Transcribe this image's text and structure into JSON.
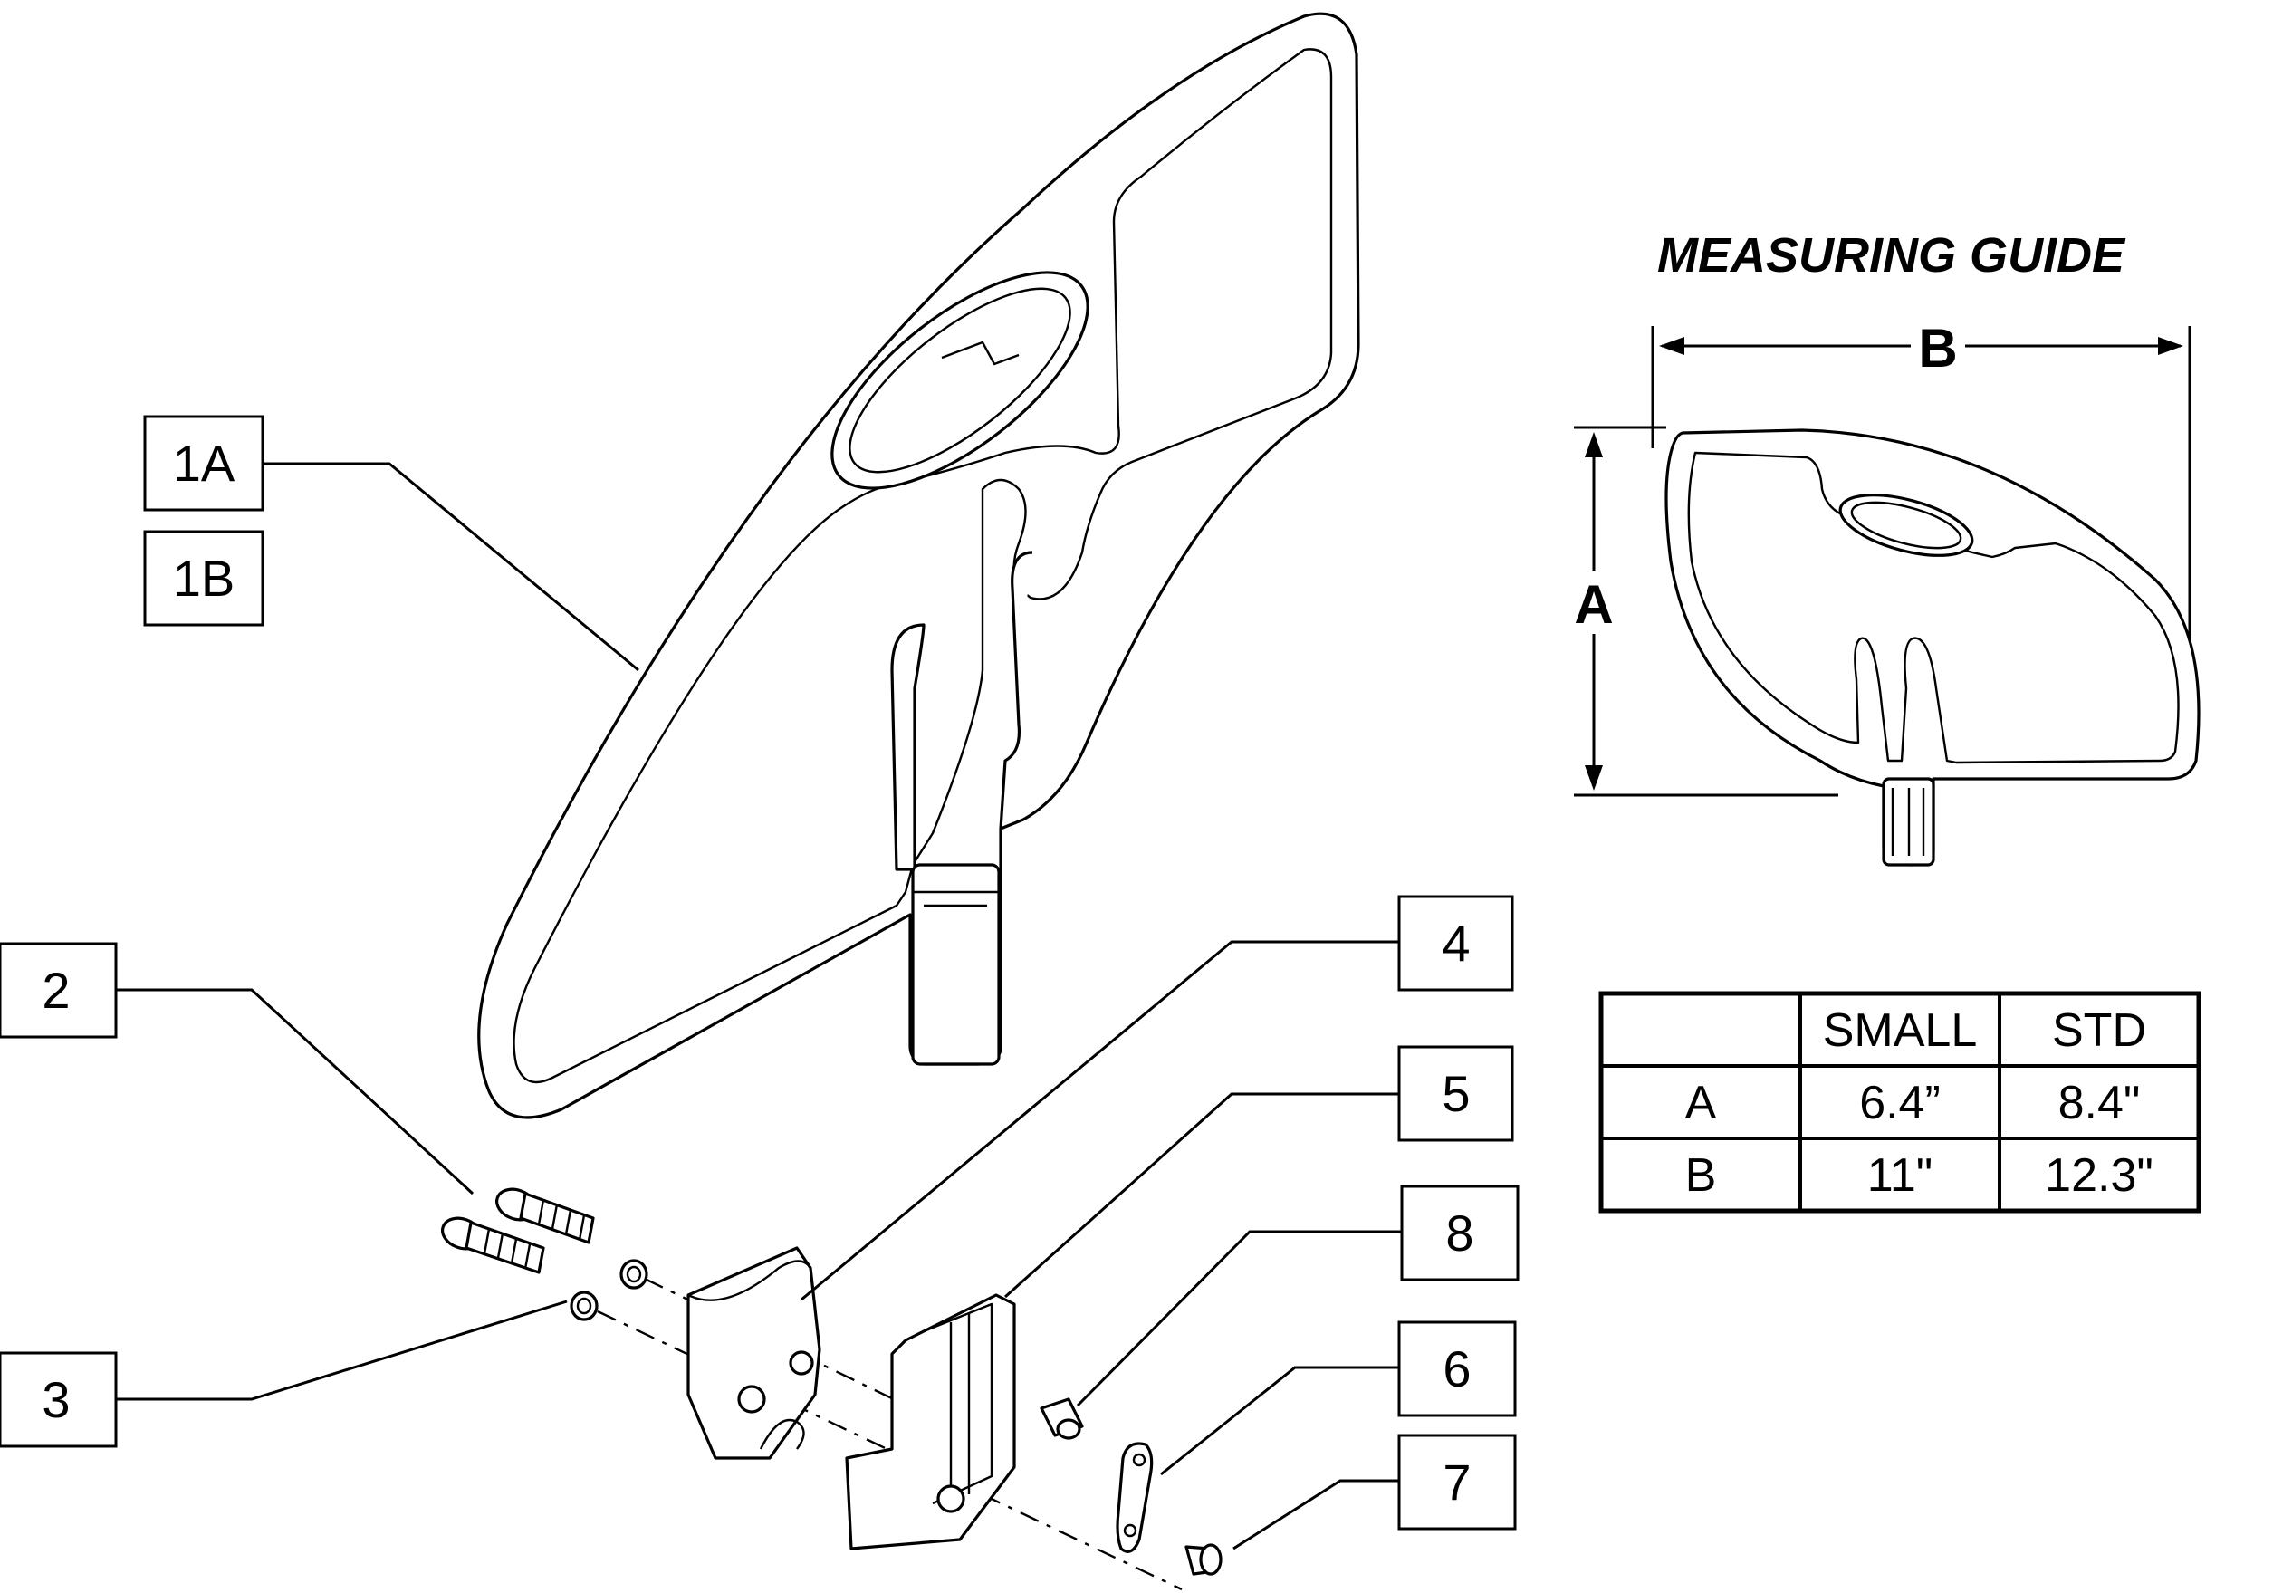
{
  "callouts": {
    "c1a": "1A",
    "c1b": "1B",
    "c2": "2",
    "c3": "3",
    "c4": "4",
    "c5": "5",
    "c6": "6",
    "c7": "7",
    "c8": "8"
  },
  "measuring_guide": {
    "title": "MEASURING GUIDE",
    "dim_a": "A",
    "dim_b": "B"
  },
  "size_table": {
    "headers": [
      "",
      "SMALL",
      "STD"
    ],
    "rows": [
      [
        "A",
        "6.4”",
        "8.4\""
      ],
      [
        "B",
        "11\"",
        "12.3\""
      ]
    ]
  }
}
